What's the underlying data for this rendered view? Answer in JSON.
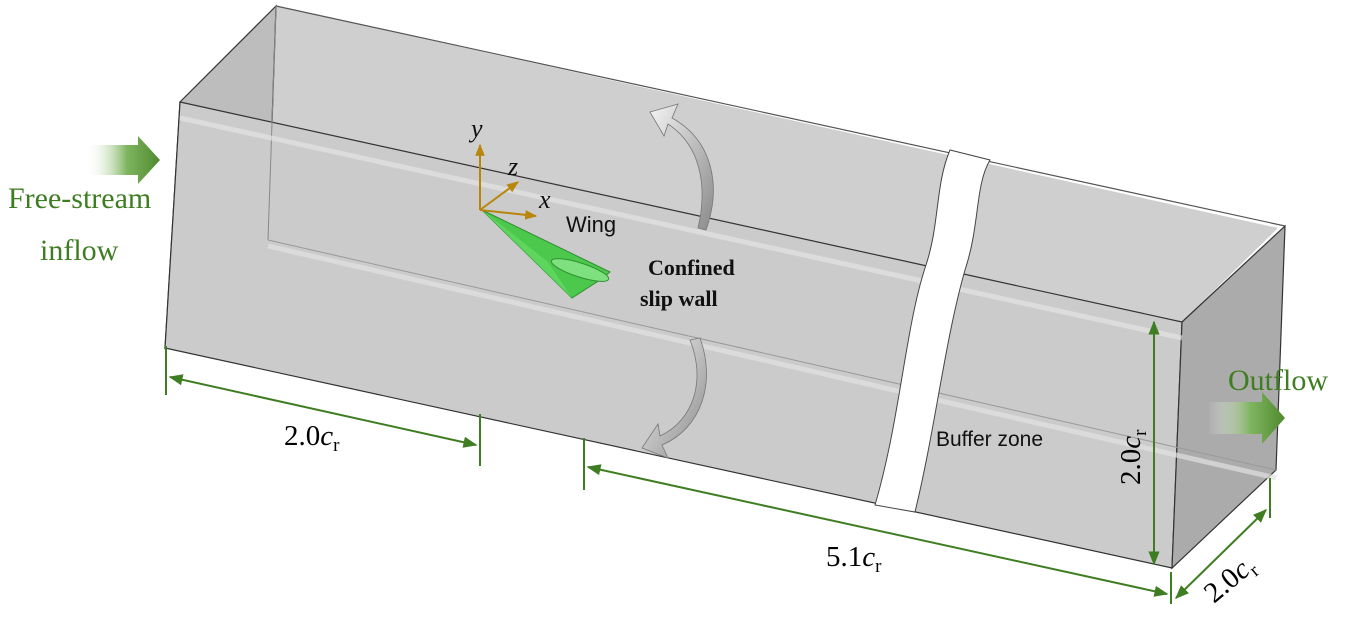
{
  "labels": {
    "inflow_line1": "Free-stream",
    "inflow_line2": "inflow",
    "outflow": "Outflow",
    "wing": "Wing",
    "confined_line1": "Confined",
    "confined_line2": "slip wall",
    "buffer": "Buffer zone"
  },
  "axes": {
    "x": "x",
    "y": "y",
    "z": "z"
  },
  "dimensions": {
    "inlet_distance": {
      "value": "2.0",
      "symbol": "c",
      "sub": "r"
    },
    "outlet_distance": {
      "value": "5.1",
      "symbol": "c",
      "sub": "r"
    },
    "height": {
      "value": "2.0",
      "symbol": "c",
      "sub": "r"
    },
    "width": {
      "value": "2.0",
      "symbol": "c",
      "sub": "r"
    }
  },
  "colors": {
    "accent_green": "#3f7d22",
    "wing_green": "#4cc84c",
    "box_gray": "#c9c9c9",
    "axis_orange": "#b8860b"
  }
}
